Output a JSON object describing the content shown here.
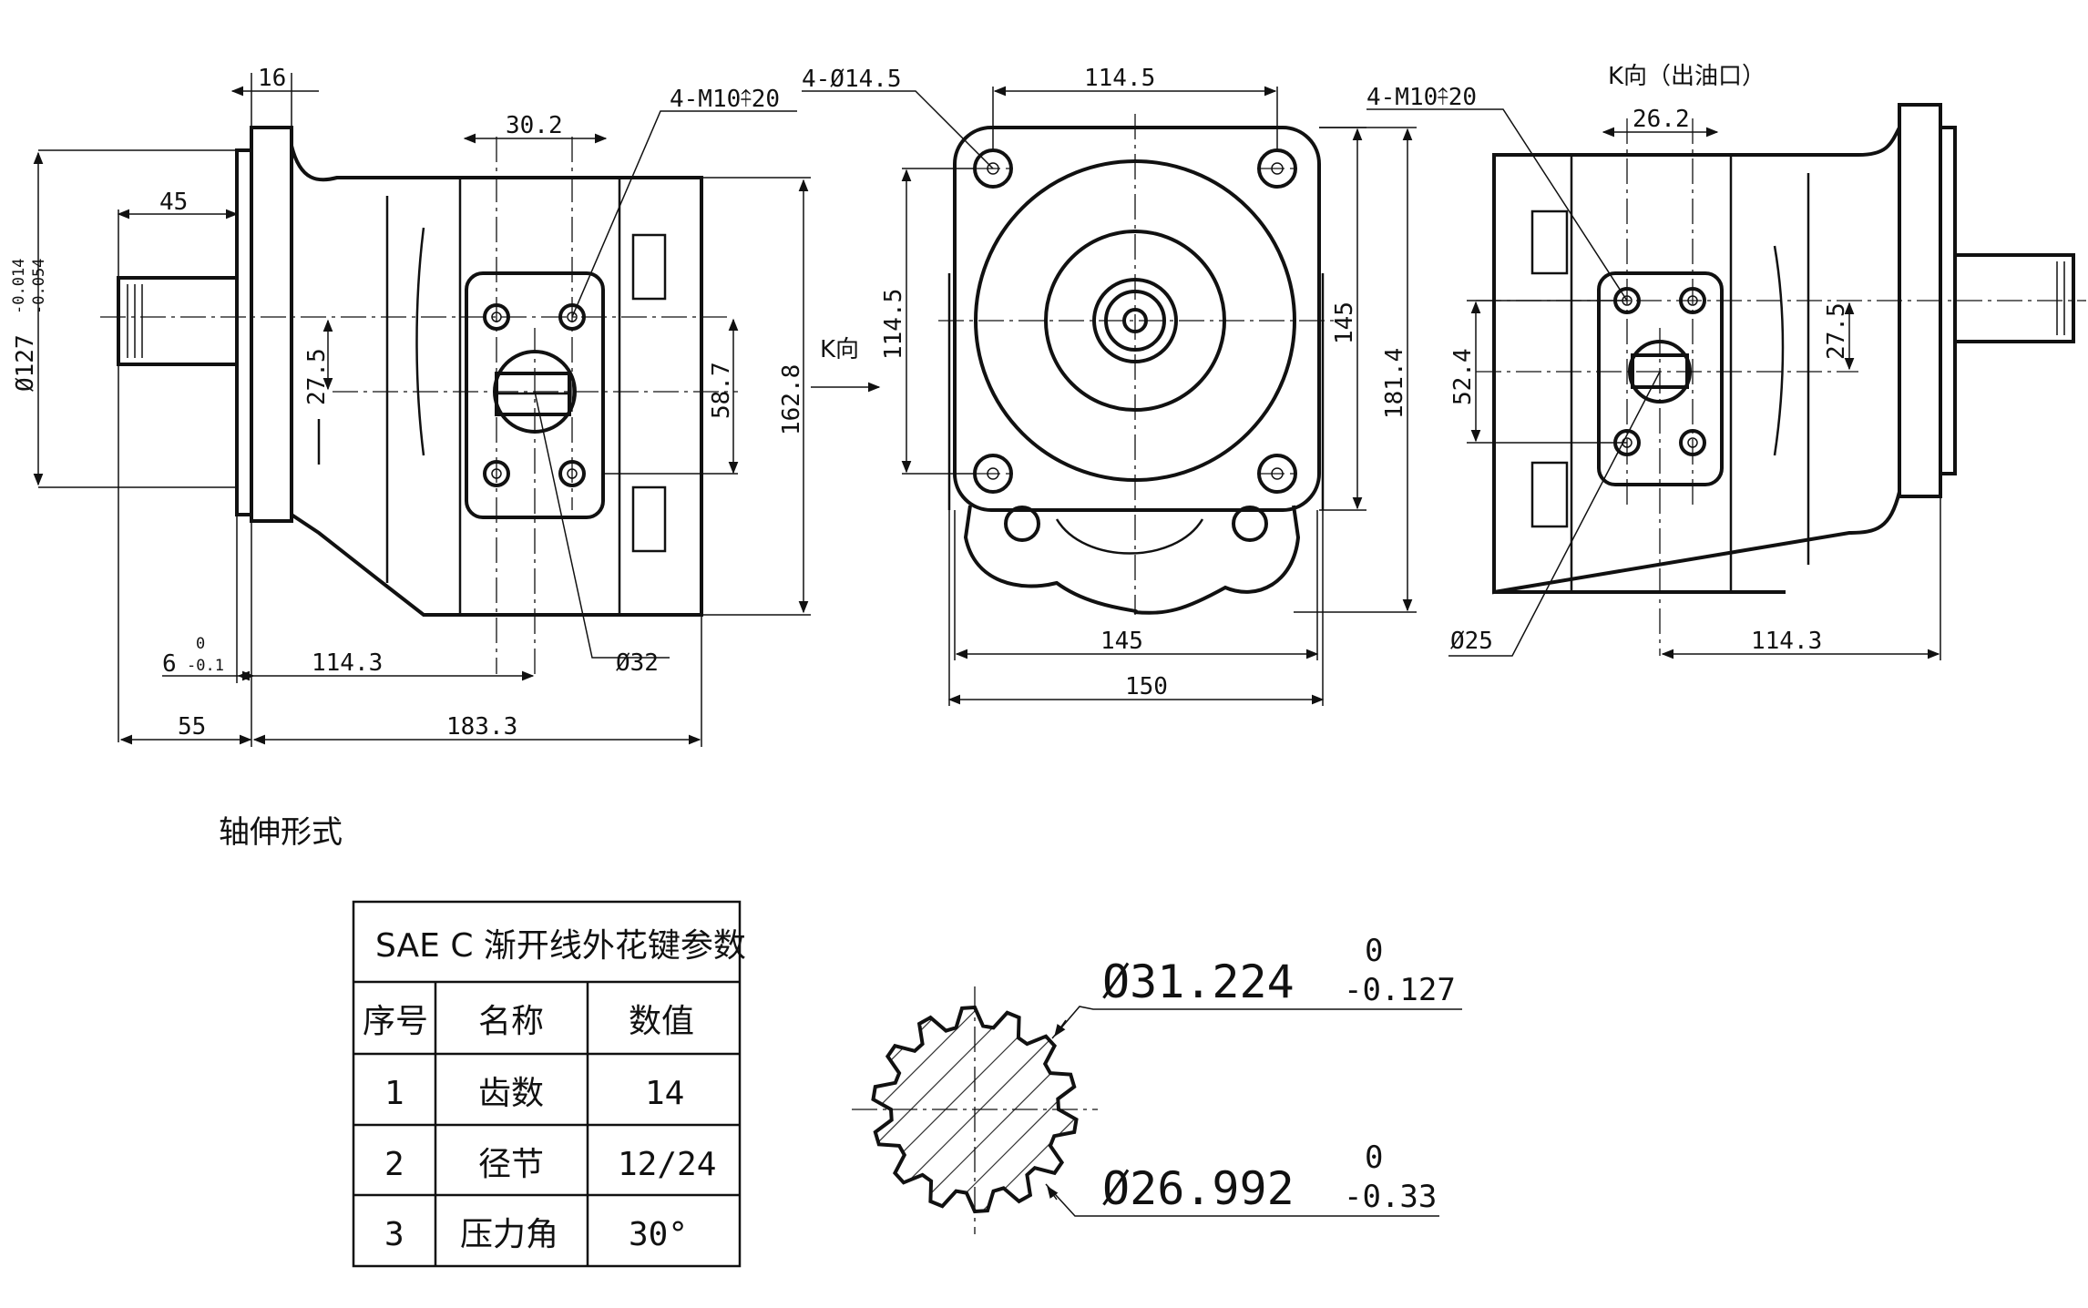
{
  "left_view": {
    "dims": {
      "flange_thickness": "16",
      "port_spacing": "30.2",
      "port_threads": "4-M10⤉20",
      "shaft_length": "45",
      "pilot_diameter": "Ø127",
      "pilot_tol_upper": "-0.014",
      "pilot_tol_lower": "-0.054",
      "shaft_offset": "27.5",
      "port_vertical": "58.7",
      "overall_height": "162.8",
      "pilot_depth": "6",
      "pilot_depth_tol_upper": "0",
      "pilot_depth_tol_lower": "-0.1",
      "port_position": "114.3",
      "port_diameter": "Ø32",
      "shaft_ext": "55",
      "body_length": "183.3"
    }
  },
  "middle_view": {
    "dims": {
      "mount_holes": "4-Ø14.5",
      "hole_spacing_top": "114.5",
      "hole_spacing_side": "114.5",
      "view_label": "K向",
      "height_145": "145",
      "height_181": "181.4",
      "width_145": "145",
      "width_150": "150"
    }
  },
  "right_view": {
    "dims": {
      "title": "K向（出油口）",
      "port_threads": "4-M10⤉20",
      "port_spacing": "26.2",
      "port_vertical": "52.4",
      "shaft_offset": "27.5",
      "port_diameter": "Ø25",
      "port_position": "114.3"
    }
  },
  "shaft_section": {
    "heading": "轴伸形式",
    "table": {
      "title": "SAE C 渐开线外花键参数",
      "headers": [
        "序号",
        "名称",
        "数值"
      ],
      "rows": [
        [
          "1",
          "齿数",
          "14"
        ],
        [
          "2",
          "径节",
          "12/24"
        ],
        [
          "3",
          "压力角",
          "30°"
        ]
      ]
    },
    "spline": {
      "major_diameter": "Ø31.224",
      "major_tol_upper": "0",
      "major_tol_lower": "-0.127",
      "minor_diameter": "Ø26.992",
      "minor_tol_upper": "0",
      "minor_tol_lower": "-0.33",
      "teeth": 14
    }
  }
}
